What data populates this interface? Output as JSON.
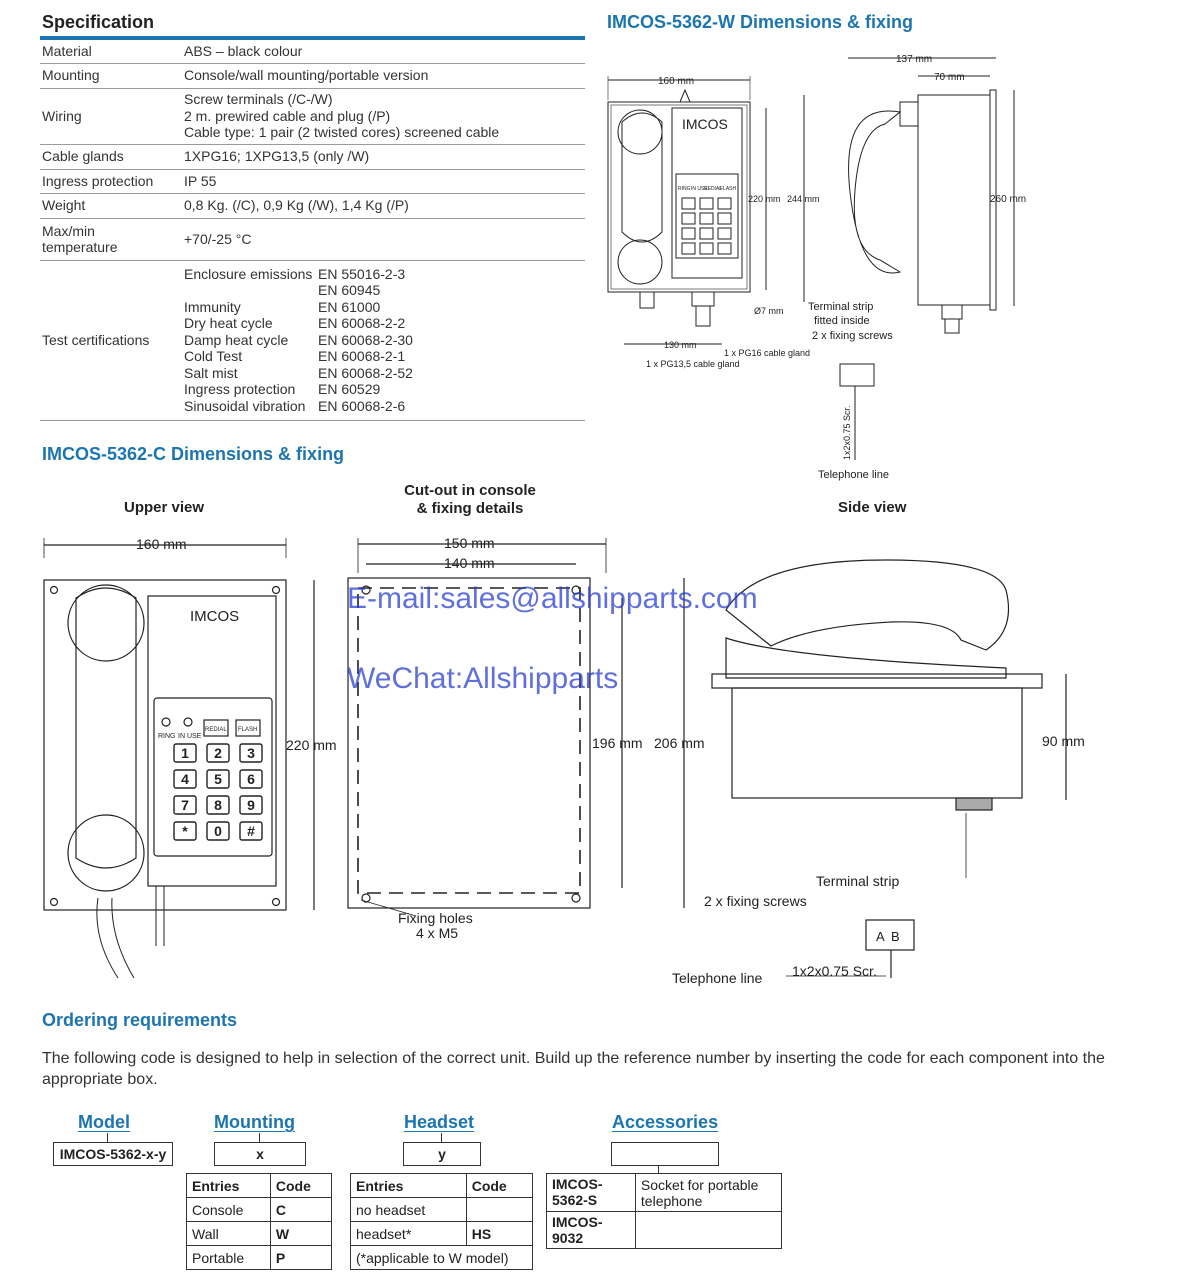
{
  "spec": {
    "title": "Specification",
    "rows": [
      {
        "label": "Material",
        "value": "ABS – black colour"
      },
      {
        "label": "Mounting",
        "value": "Console/wall mounting/portable version"
      },
      {
        "label": "Wiring",
        "lines": [
          "Screw terminals (/C-/W)",
          "2 m. prewired cable and plug (/P)",
          "Cable type: 1 pair (2 twisted cores) screened cable"
        ]
      },
      {
        "label": "Cable glands",
        "value": "1XPG16; 1XPG13,5 (only /W)"
      },
      {
        "label": "Ingress protection",
        "value": "IP 55"
      },
      {
        "label": "Weight",
        "value": "0,8 Kg. (/C), 0,9 Kg (/W), 1,4 Kg (/P)"
      },
      {
        "label_lines": [
          "Max/min",
          "temperature"
        ],
        "value": "+70/-25 °C"
      }
    ],
    "certs": {
      "label": "Test certifications",
      "items": [
        {
          "name": "Enclosure emissions",
          "std": "EN 55016-2-3"
        },
        {
          "name": "",
          "std": "EN 60945"
        },
        {
          "name": "Immunity",
          "std": "EN 61000"
        },
        {
          "name": "Dry heat cycle",
          "std": "EN 60068-2-2"
        },
        {
          "name": "Damp heat cycle",
          "std": "EN 60068-2-30"
        },
        {
          "name": "Cold Test",
          "std": "EN 60068-2-1"
        },
        {
          "name": "Salt mist",
          "std": "EN 60068-2-52"
        },
        {
          "name": "Ingress protection",
          "std": "EN 60529"
        },
        {
          "name": "Sinusoidal vibration",
          "std": "EN 60068-2-6"
        }
      ]
    }
  },
  "wall": {
    "title": "IMCOS-5362-W Dimensions & fixing",
    "brand": "IMCOS",
    "dims": {
      "width": "160 mm",
      "height1": "220 mm",
      "height2": "244 mm",
      "depth1": "137 mm",
      "depth2": "70 mm",
      "side_h": "260 mm",
      "hole": "Ø7 mm",
      "base": "130 mm"
    },
    "glands": [
      "1 x PG16 cable gland",
      "1 x PG13,5 cable gland"
    ],
    "terminal": [
      "Terminal strip",
      "fitted inside",
      "2 x fixing screws"
    ],
    "cable": "1x2x0.75 Scr.",
    "line": "Telephone line",
    "keys": [
      "RING",
      "IN USE",
      "REDIAL",
      "FLASH"
    ]
  },
  "console": {
    "title": "IMCOS-5362-C Dimensions & fixing",
    "upper_view": "Upper view",
    "cutout_title": [
      "Cut-out in console",
      "& fixing details"
    ],
    "side_view": "Side view",
    "brand": "IMCOS",
    "dims": {
      "width": "160 mm",
      "height": "220 mm",
      "cut_w1": "150 mm",
      "cut_w2": "140 mm",
      "cut_h1": "196 mm",
      "cut_h2": "206 mm",
      "depth": "90 mm"
    },
    "keys": {
      "ring": "RING",
      "in_use": "IN USE",
      "redial": "REDIAL",
      "flash": "FLASH"
    },
    "keypad": [
      "1",
      "2",
      "3",
      "4",
      "5",
      "6",
      "7",
      "8",
      "9",
      "*",
      "0",
      "#"
    ],
    "fixing": [
      "Fixing holes",
      "4 x M5"
    ],
    "terminal": "Terminal strip",
    "screws": "2 x fixing screws",
    "line": "Telephone line",
    "cable": "1x2x0.75 Scr.",
    "strip": [
      "A",
      "B"
    ]
  },
  "watermark": {
    "email": "E-mail:sales@allshipparts.com",
    "wechat": "WeChat:Allshipparts"
  },
  "ordering": {
    "title": "Ordering requirements",
    "text": "The following code is designed to help in selection of the correct unit. Build up the reference number by inserting the code for each component into the appropriate box.",
    "model": {
      "title": "Model",
      "code": "IMCOS-5362-x-y"
    },
    "mounting": {
      "title": "Mounting",
      "code": "x",
      "head": [
        "Entries",
        "Code"
      ],
      "rows": [
        [
          "Console",
          "C"
        ],
        [
          "Wall",
          "W"
        ],
        [
          "Portable",
          "P"
        ]
      ]
    },
    "headset": {
      "title": "Headset",
      "code": "y",
      "head": [
        "Entries",
        "Code"
      ],
      "rows": [
        [
          "no headset",
          ""
        ],
        [
          "headset*",
          "HS"
        ]
      ],
      "note": "(*applicable to W model)"
    },
    "accessories": {
      "title": "Accessories",
      "rows": [
        [
          "IMCOS-5362-S",
          "Socket for portable telephone"
        ],
        [
          "IMCOS-9032",
          ""
        ]
      ]
    }
  }
}
